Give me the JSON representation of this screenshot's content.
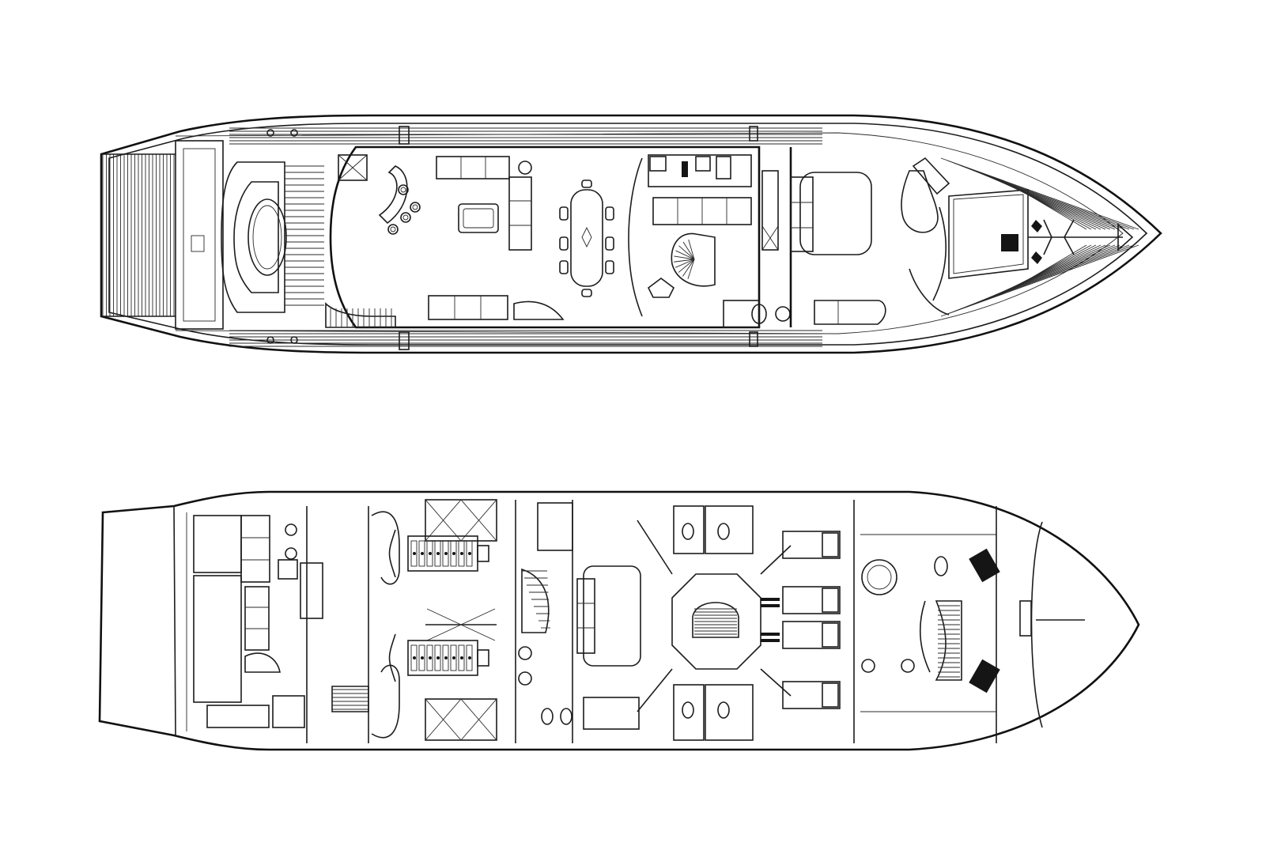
{
  "decks": [
    {
      "id": "main-deck",
      "rooms": [
        {
          "key": "salon",
          "label": ""
        },
        {
          "key": "galley",
          "label": ""
        },
        {
          "key": "guest-cabin",
          "label": ""
        },
        {
          "key": "day-head",
          "label": ""
        }
      ]
    },
    {
      "id": "lower-deck",
      "rooms": [
        {
          "key": "crew",
          "label": ""
        },
        {
          "key": "engine-room",
          "label": ""
        },
        {
          "key": "vip-cabin",
          "label": ""
        },
        {
          "key": "guest-cabin-1",
          "label": ""
        },
        {
          "key": "guest-cabin-2",
          "label": ""
        },
        {
          "key": "master-cabin",
          "label": ""
        }
      ]
    }
  ],
  "colors": {
    "line": "#1c1c1c",
    "background": "#ffffff",
    "fill": "#151515"
  }
}
